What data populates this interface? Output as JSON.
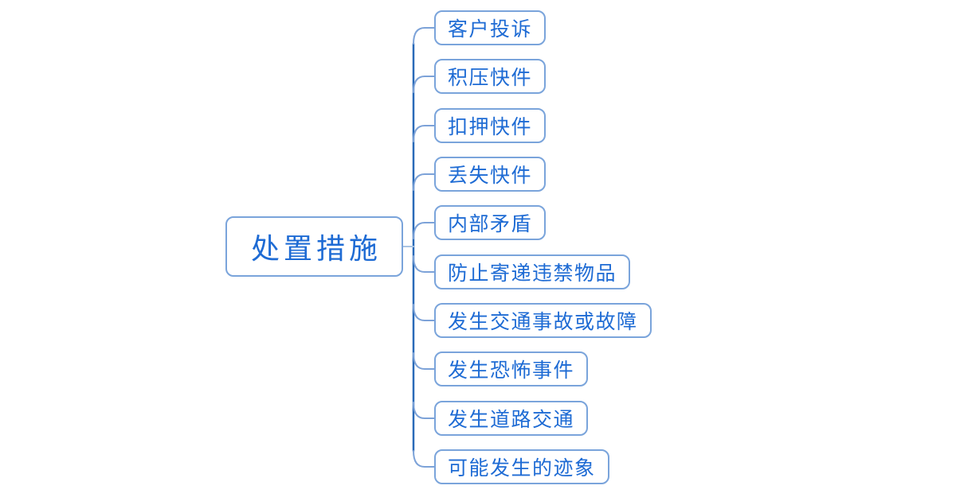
{
  "mindmap": {
    "root": {
      "label": "处置措施"
    },
    "children": [
      {
        "label": "客户投诉"
      },
      {
        "label": "积压快件"
      },
      {
        "label": "扣押快件"
      },
      {
        "label": "丢失快件"
      },
      {
        "label": "内部矛盾"
      },
      {
        "label": "防止寄递违禁物品"
      },
      {
        "label": "发生交通事故或故障"
      },
      {
        "label": "发生恐怖事件"
      },
      {
        "label": "发生道路交通"
      },
      {
        "label": "可能发生的迹象"
      }
    ],
    "colors": {
      "text": "#1E6BD4",
      "node_border": "#7AA4DB",
      "trunk": "#2A6AB8",
      "branch": "#7CA2D8",
      "root_stub": "#A9C4E3",
      "background": "#FFFFFF"
    }
  }
}
